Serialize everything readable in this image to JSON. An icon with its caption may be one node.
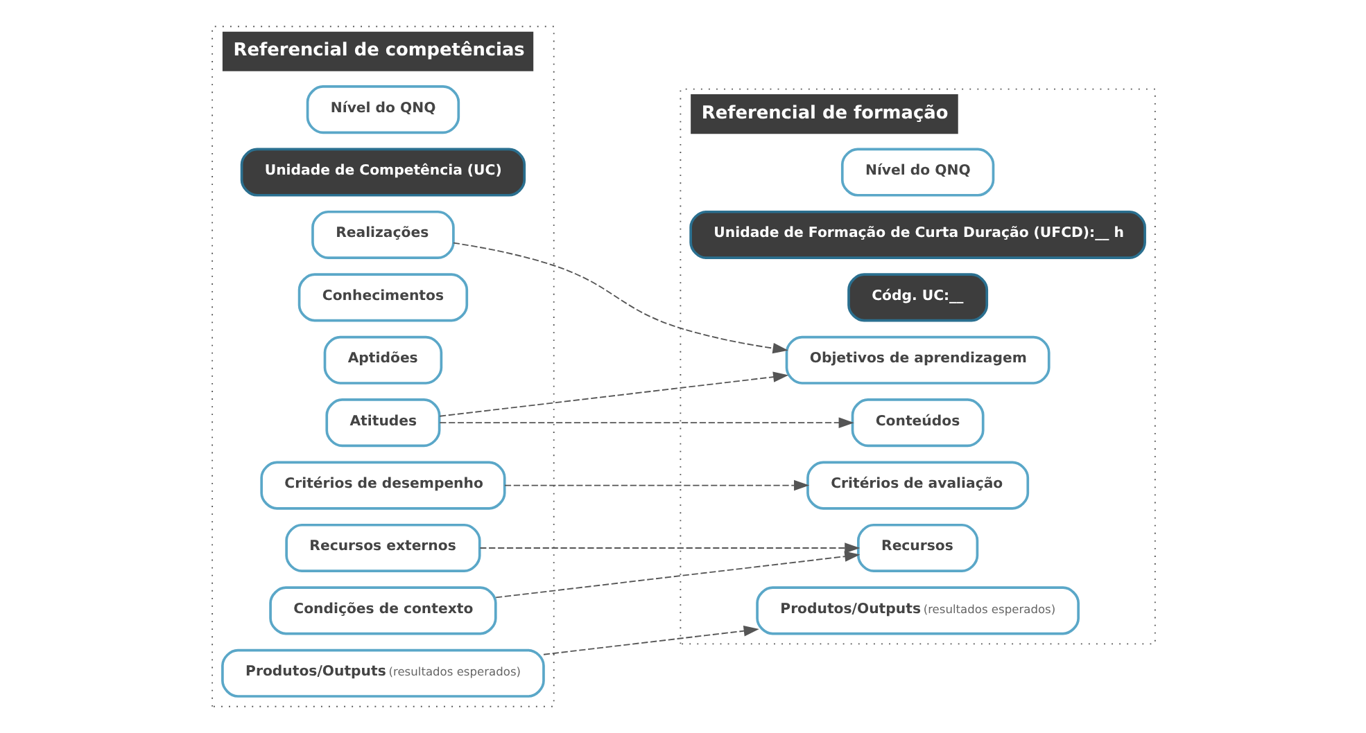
{
  "diagram": {
    "nodes": [
      {
        "text": [
          "Referencial de competências"
        ]
      },
      {
        "text": [
          "Nível do QNQ"
        ],
        "in": 0
      },
      {
        "text": [
          "Unidade de Competência (UC)"
        ],
        "in": 0
      },
      {
        "text": [
          "Realizações"
        ],
        "in": 0
      },
      {
        "text": [
          "Conhecimentos"
        ],
        "in": 0
      },
      {
        "text": [
          "Aptidões"
        ],
        "in": 0
      },
      {
        "text": [
          "Atitudes"
        ],
        "in": 0
      },
      {
        "text": [
          "Critérios de desempenho"
        ],
        "in": 0
      },
      {
        "text": [
          "Recursos externos"
        ],
        "in": 0
      },
      {
        "text": [
          "Condições de contexto"
        ],
        "in": 0
      },
      {
        "text": [
          "**Produtos/Outputs** (resultados esperados)"
        ],
        "in": 0
      },
      {
        "text": [
          "Referencial de formação"
        ]
      },
      {
        "text": [
          "Nível do QNQ"
        ],
        "in": 11
      },
      {
        "text": [
          "Unidade de Formação de Curta Duração (UFCD):__ h"
        ],
        "in": 11
      },
      {
        "text": [
          "Códg. UC:__"
        ],
        "in": 11
      },
      {
        "text": [
          "Objetivos de aprendizagem"
        ],
        "in": 11
      },
      {
        "text": [
          "Conteúdos"
        ],
        "in": 11
      },
      {
        "text": [
          "Critérios de avaliação"
        ],
        "in": 11
      },
      {
        "text": [
          "Recursos"
        ],
        "in": 11
      },
      {
        "text": [
          "**Produtos/Outputs** (resultados esperados)"
        ],
        "in": 11
      }
    ],
    "edges": [
      {
        "from": 6,
        "to": 16,
        "arrow": "to",
        "style": "dashed"
      },
      {
        "from": 6,
        "to": 15,
        "arrow": "to",
        "style": "dashed"
      },
      {
        "from": 3,
        "to": 15,
        "arrow": "to",
        "style": "dashed"
      },
      {
        "from": 7,
        "to": 17,
        "arrow": "to",
        "style": "dashed"
      },
      {
        "from": 8,
        "to": 18,
        "arrow": "to",
        "style": "dashed"
      },
      {
        "from": 9,
        "to": 18,
        "arrow": "to",
        "style": "dashed"
      },
      {
        "from": 10,
        "to": 19,
        "arrow": "to",
        "style": "dashed"
      }
    ]
  }
}
